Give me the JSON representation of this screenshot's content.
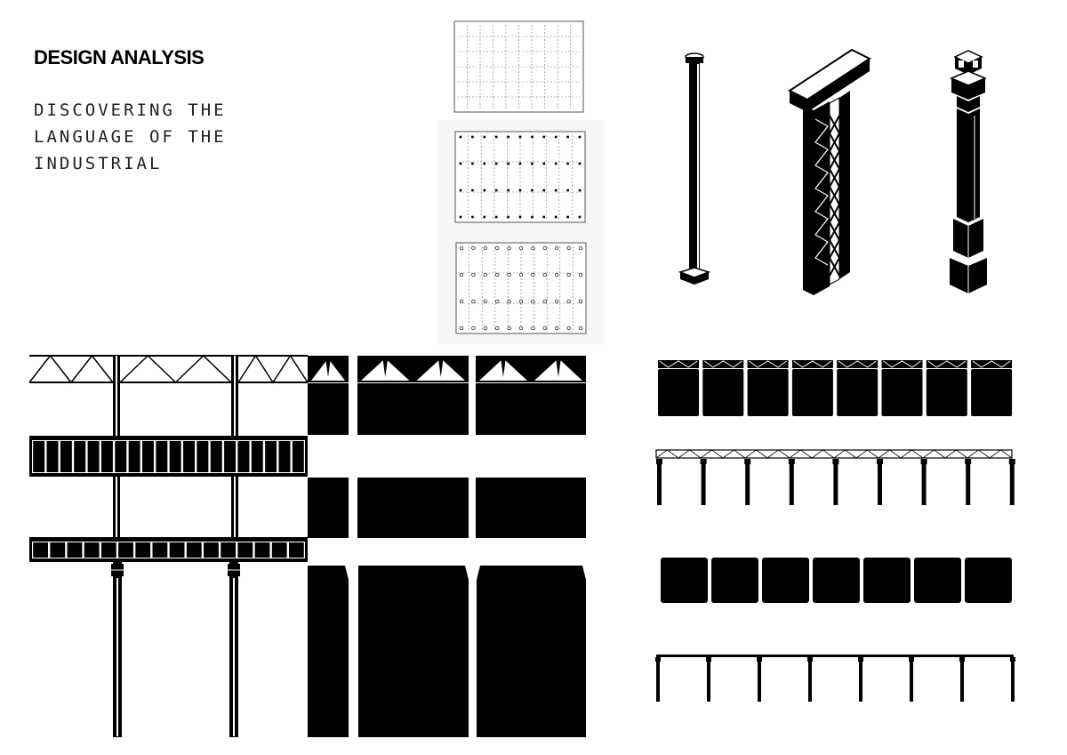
{
  "title": "DESIGN ANALYSIS",
  "subtitle_lines": [
    "DISCOVERING THE",
    "LANGUAGE OF THE",
    "INDUSTRIAL"
  ],
  "colors": {
    "ink": "#000000",
    "paper": "#ffffff",
    "grid_line": "#777777"
  }
}
